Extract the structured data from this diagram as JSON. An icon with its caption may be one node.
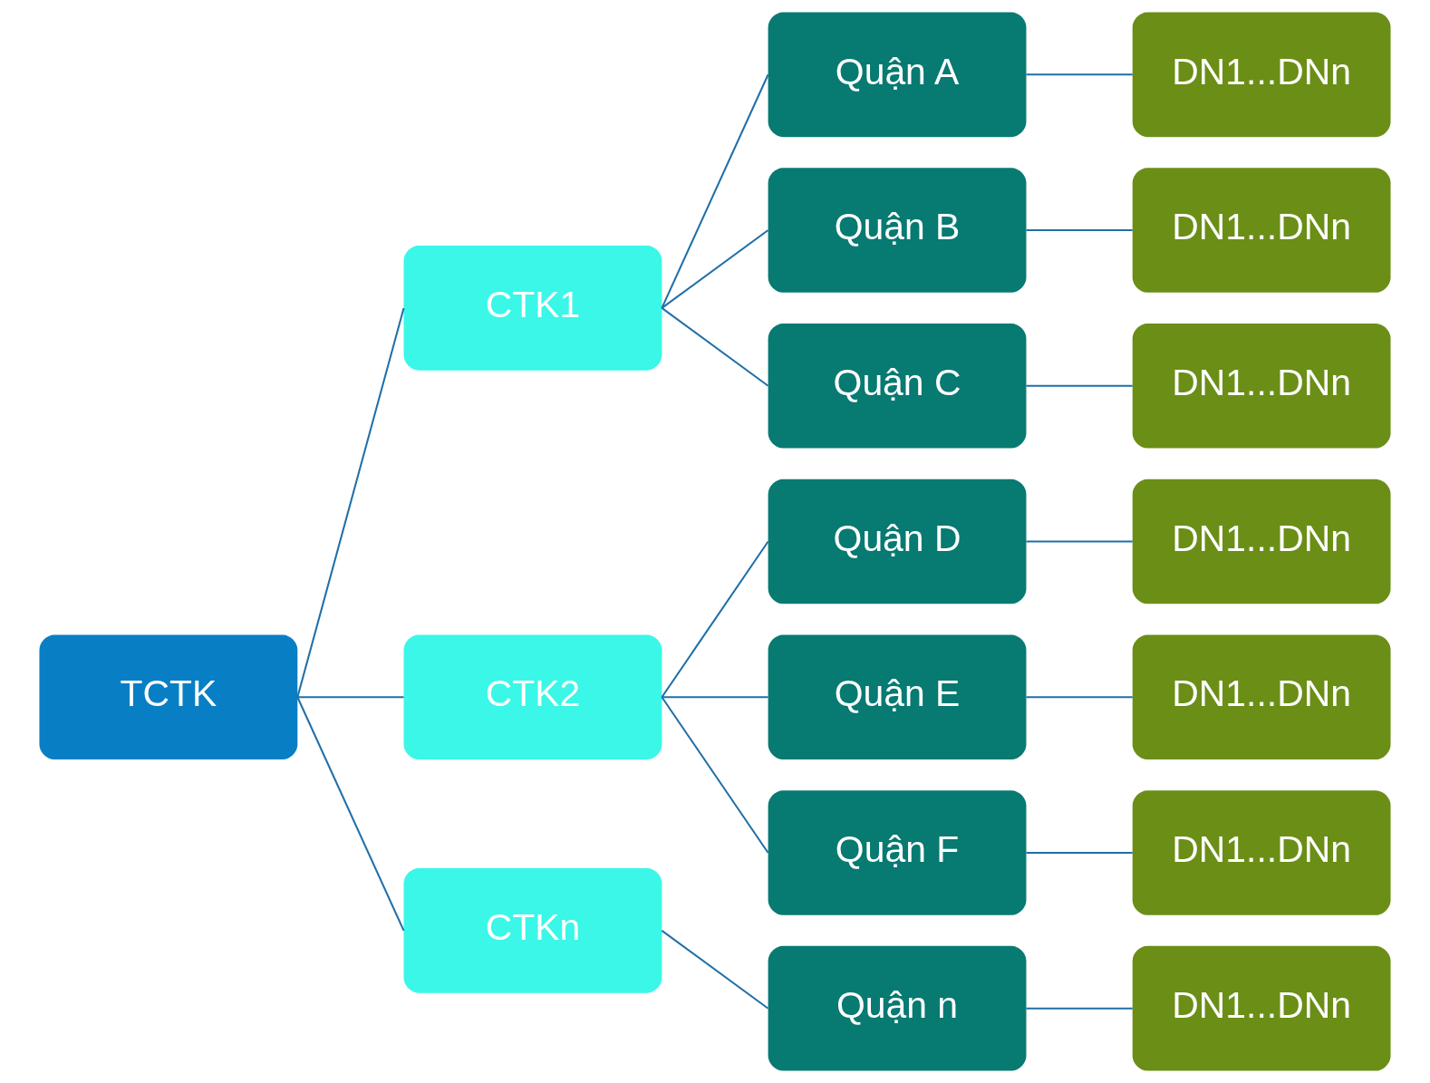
{
  "diagram": {
    "nodes": [
      {
        "text": [
          "TCTK"
        ]
      },
      {
        "text": [
          "CTK1"
        ]
      },
      {
        "text": [
          "CTK2"
        ]
      },
      {
        "text": [
          "CTKn"
        ]
      },
      {
        "text": [
          "Quận A"
        ]
      },
      {
        "text": [
          "Quận B"
        ]
      },
      {
        "text": [
          "Quận C"
        ]
      },
      {
        "text": [
          "Quận D"
        ]
      },
      {
        "text": [
          "Quận E"
        ]
      },
      {
        "text": [
          "Quận F"
        ]
      },
      {
        "text": [
          "Quận n"
        ]
      },
      {
        "text": [
          "DN1...DNn"
        ]
      },
      {
        "text": [
          "DN1...DNn"
        ]
      },
      {
        "text": [
          "DN1...DNn"
        ]
      },
      {
        "text": [
          "DN1...DNn"
        ]
      },
      {
        "text": [
          "DN1...DNn"
        ]
      },
      {
        "text": [
          "DN1...DNn"
        ]
      },
      {
        "text": [
          "DN1...DNn"
        ]
      }
    ],
    "edges": [
      {
        "from": 0,
        "to": 1,
        "arrow": "none"
      },
      {
        "from": 0,
        "to": 2,
        "arrow": "none"
      },
      {
        "from": 0,
        "to": 3,
        "arrow": "none"
      },
      {
        "from": 1,
        "to": 4,
        "arrow": "none"
      },
      {
        "from": 1,
        "to": 5,
        "arrow": "none"
      },
      {
        "from": 1,
        "to": 6,
        "arrow": "none"
      },
      {
        "from": 2,
        "to": 7,
        "arrow": "none"
      },
      {
        "from": 2,
        "to": 8,
        "arrow": "none"
      },
      {
        "from": 2,
        "to": 9,
        "arrow": "none"
      },
      {
        "from": 3,
        "to": 10,
        "arrow": "none"
      },
      {
        "from": 4,
        "to": 11,
        "arrow": "none"
      },
      {
        "from": 5,
        "to": 12,
        "arrow": "none"
      },
      {
        "from": 6,
        "to": 13,
        "arrow": "none"
      },
      {
        "from": 7,
        "to": 14,
        "arrow": "none"
      },
      {
        "from": 8,
        "to": 15,
        "arrow": "none"
      },
      {
        "from": 9,
        "to": 16,
        "arrow": "none"
      },
      {
        "from": 10,
        "to": 17,
        "arrow": "none"
      }
    ]
  }
}
